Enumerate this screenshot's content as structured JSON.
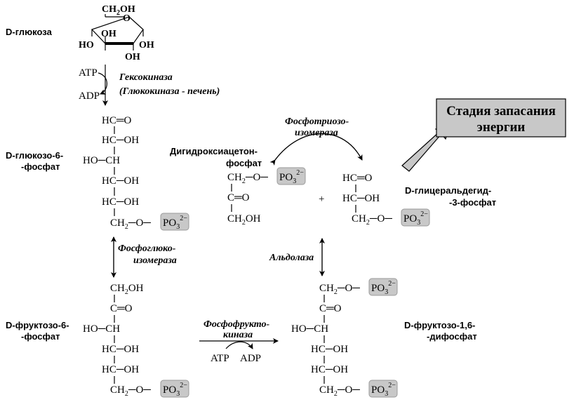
{
  "glucose": {
    "label": "D-глюкоза",
    "ch2oh_top": "CH",
    "ch2oh_sub": "2",
    "ch2oh_oh": "OH",
    "ring_o": "O",
    "oh_inner": "OH",
    "oh_left": "HO",
    "oh_right": "OH",
    "oh_bottom": "OH"
  },
  "step1": {
    "atp": "ATP",
    "adp": "ADP",
    "enzyme_line1": "Гексокиназа",
    "enzyme_line2": "(Глюкокиназа - печень)"
  },
  "g6p": {
    "label_line1": "D-глюкозо-6-",
    "label_line2": "-фосфат",
    "rows": [
      "HC═O",
      "HC─OH",
      "HO─CH",
      "HC─OH",
      "HC─OH"
    ],
    "last_ch": "CH",
    "last_sub": "2",
    "last_o": "─O─",
    "phos": "PO",
    "phos_sub": "3",
    "phos_sup": "2−"
  },
  "step2": {
    "enzyme_line1": "Фосфоглюко-",
    "enzyme_line2": "изомераза"
  },
  "f6p": {
    "label_line1": "D-фруктозо-6-",
    "label_line2": "-фосфат",
    "top": "CH",
    "top_sub": "2",
    "top_oh": "OH",
    "co": "C═O",
    "rows": [
      "HO─CH",
      "HC─OH",
      "HC─OH"
    ],
    "last_ch": "CH",
    "last_sub": "2",
    "last_o": "─O─",
    "phos": "PO",
    "phos_sub": "3",
    "phos_sup": "2−"
  },
  "step3": {
    "enzyme_line1": "Фосфофрукто-",
    "enzyme_line2": "киназа",
    "atp": "ATP",
    "adp": "ADP"
  },
  "f16bp": {
    "label_line1": "D-фруктозо-1,6-",
    "label_line2": "-дифосфат",
    "top_ch": "CH",
    "top_sub": "2",
    "top_o": "─O─",
    "co": "C═O",
    "rows": [
      "HO─CH",
      "HC─OH",
      "HC─OH"
    ],
    "last_ch": "CH",
    "last_sub": "2",
    "last_o": "─O─",
    "phos": "PO",
    "phos_sub": "3",
    "phos_sup": "2−"
  },
  "step4": {
    "enzyme": "Альдолаза"
  },
  "dhap": {
    "label_line1": "Дигидроксиацетон-",
    "label_line2": "фосфат",
    "top_ch": "CH",
    "top_sub": "2",
    "top_o": "─O─",
    "co": "C═O",
    "bottom": "CH",
    "bottom_sub": "2",
    "bottom_oh": "OH",
    "phos": "PO",
    "phos_sub": "3",
    "phos_sup": "2−"
  },
  "plus": "+",
  "g3p": {
    "label_line1": "D-глицеральдегид-",
    "label_line2": "-3-фосфат",
    "top": "HC═O",
    "mid": "HC─OH",
    "last_ch": "CH",
    "last_sub": "2",
    "last_o": "─O─",
    "phos": "PO",
    "phos_sub": "3",
    "phos_sup": "2−"
  },
  "step5": {
    "enzyme_line1": "Фосфотриозо-",
    "enzyme_line2": "изомераза"
  },
  "stage": {
    "line1": "Стадия запасания",
    "line2": "энергии",
    "box_color": "#c8c8c8",
    "arrow_color": "#c8c8c8"
  }
}
